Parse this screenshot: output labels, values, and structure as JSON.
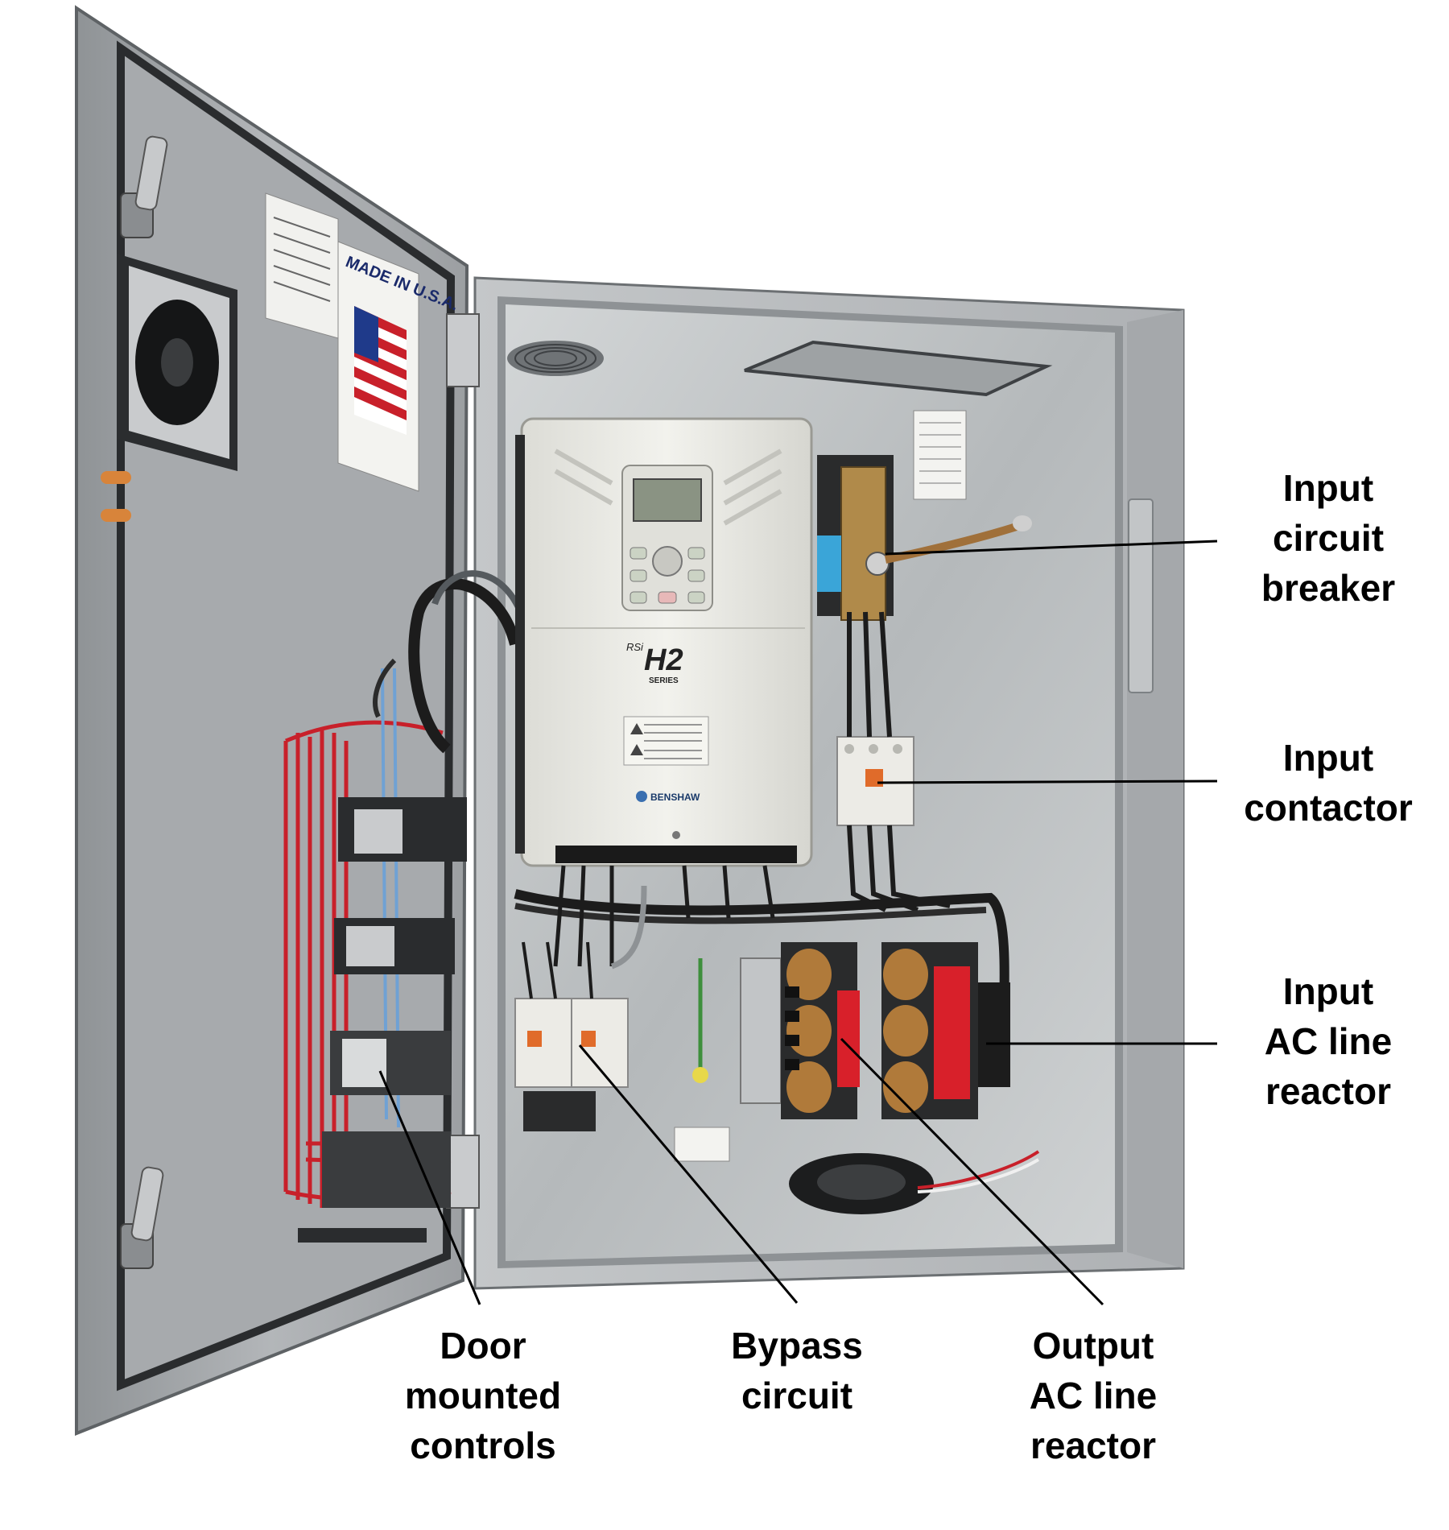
{
  "photo": {
    "drive_brand_small": "RSi",
    "drive_model": "H2",
    "drive_series": "SERIES",
    "drive_logo": "BENSHAW",
    "flag_label": "MADE IN U.S.A."
  },
  "callouts": {
    "input_circuit_breaker": [
      "Input",
      "circuit",
      "breaker"
    ],
    "input_contactor": [
      "Input",
      "contactor"
    ],
    "input_ac_line_reactor": [
      "Input",
      "AC line",
      "reactor"
    ],
    "door_mounted_controls": [
      "Door",
      "mounted",
      "controls"
    ],
    "bypass_circuit": [
      "Bypass",
      "circuit"
    ],
    "output_ac_line_reactor": [
      "Output",
      "AC line",
      "reactor"
    ]
  },
  "colors": {
    "enclosure": "#b9bcbf",
    "door_face": "#a9acaf",
    "backplate": "#c9cccd",
    "drive_body": "#ecece7",
    "wire_red": "#c8202a",
    "wire_black": "#1c1c1c"
  }
}
